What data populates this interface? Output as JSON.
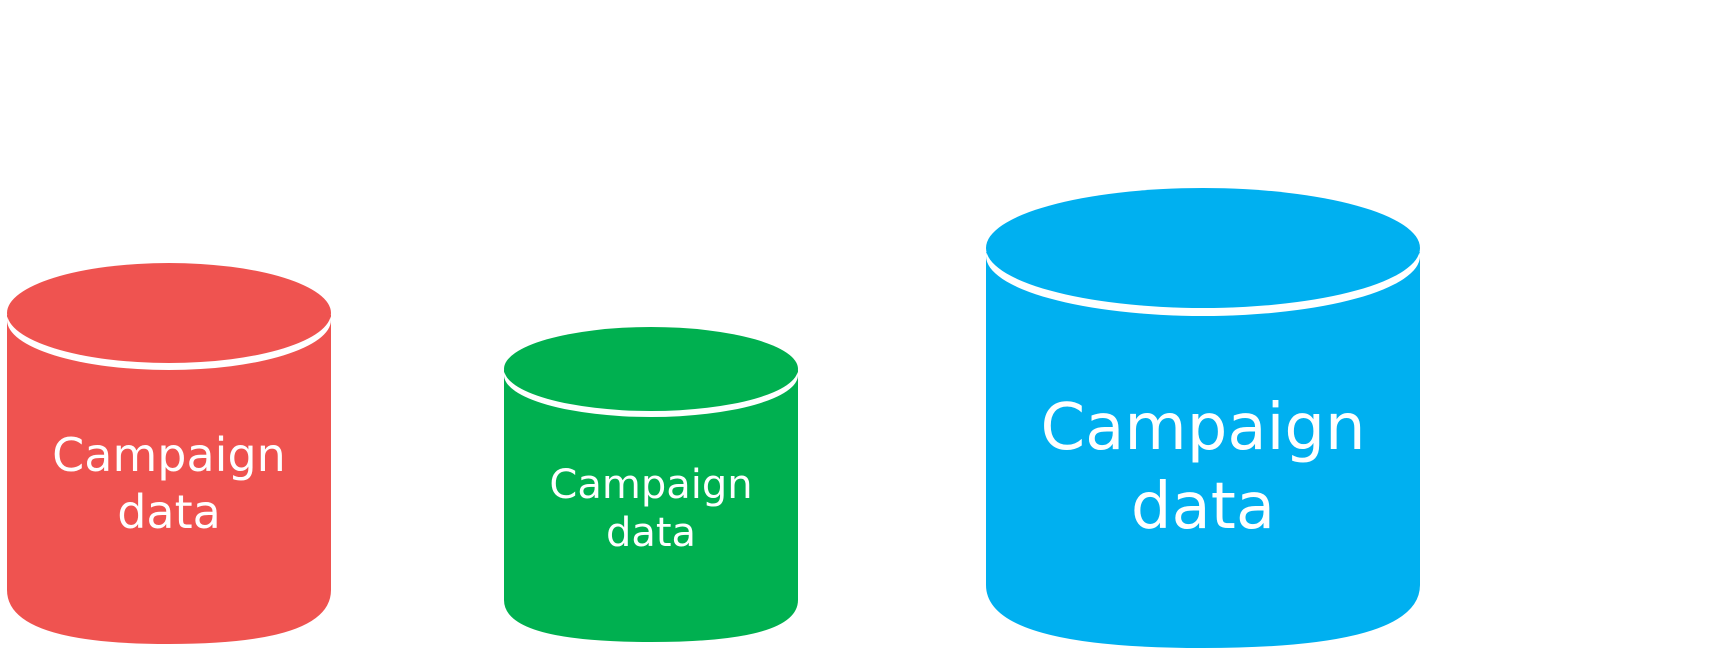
{
  "cylinders": [
    {
      "label_line1": "Campaign",
      "label_line2": "data",
      "color": "#EF5350"
    },
    {
      "label_line1": "Campaign",
      "label_line2": "data",
      "color": "#00B050"
    },
    {
      "label_line1": "Campaign",
      "label_line2": "data",
      "color": "#00B0F0"
    }
  ]
}
